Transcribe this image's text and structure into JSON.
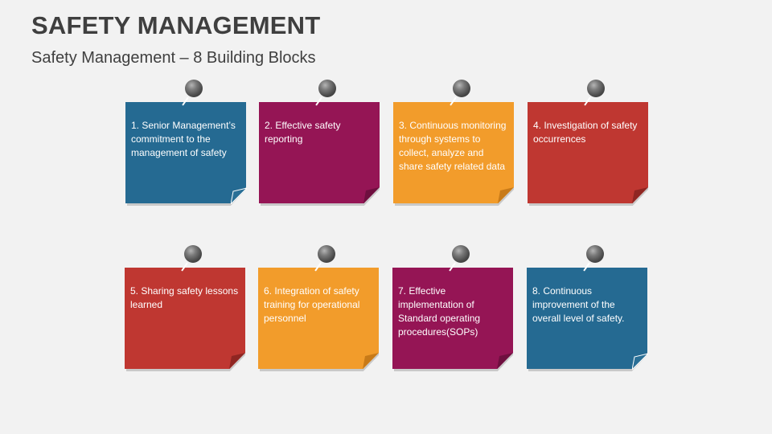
{
  "header": {
    "title": "SAFETY MANAGEMENT",
    "subtitle": "Safety Management – 8 Building Blocks"
  },
  "colors": {
    "blue": "#256a92",
    "magenta": "#951555",
    "orange": "#f29c2b",
    "red": "#bf3731",
    "background": "#f2f2f2",
    "text_dark": "#3f3f3f"
  },
  "blocks": [
    {
      "label": "1. Senior Management’s commitment to the management of safety",
      "color": "#256a92",
      "curl": "light"
    },
    {
      "label": "2. Effective safety reporting",
      "color": "#951555",
      "curl": "dark"
    },
    {
      "label": "3. Continuous monitoring through systems to collect, analyze and share safety related data",
      "color": "#f29c2b",
      "curl": "dark"
    },
    {
      "label": "4. Investigation of safety occurrences",
      "color": "#bf3731",
      "curl": "dark"
    },
    {
      "label": "5. Sharing safety lessons learned",
      "color": "#bf3731",
      "curl": "dark"
    },
    {
      "label": "6. Integration of safety training for operational personnel",
      "color": "#f29c2b",
      "curl": "dark"
    },
    {
      "label": "7. Effective implementation of Standard operating procedures(SOPs)",
      "color": "#951555",
      "curl": "dark"
    },
    {
      "label": "8. Continuous improvement of the overall level of safety.",
      "color": "#256a92",
      "curl": "light"
    }
  ]
}
